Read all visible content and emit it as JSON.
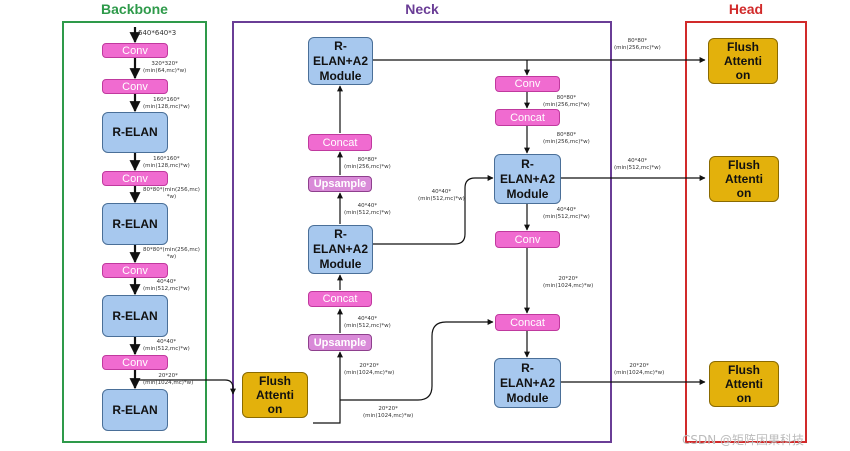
{
  "sections": {
    "backbone": "Backbone",
    "neck": "Neck",
    "head": "Head"
  },
  "colors": {
    "backbone": "#2e9a4a",
    "neck": "#6a3d96",
    "head": "#d12a2a",
    "conv": "#f06bd0",
    "upsample": "#d98ad8",
    "module": "#a7c8ee",
    "flush": "#e3b10c"
  },
  "input_label": "640*640*3",
  "blocks": {
    "conv": "Conv",
    "relan": "R-ELAN",
    "concat": "Concat",
    "upsample": "Upsample",
    "relan_a2": "R-\nELAN+A2\nModule",
    "flush": "Flush\nAttenti\non"
  },
  "dims": {
    "bb1": "320*320*\n(min(64,mc)*w)",
    "bb2": "160*160*\n(min(128,mc)*w)",
    "bb3": "160*160*\n(min(128,mc)*w)",
    "bb4": "80*80*(min(256,mc)\n*w)",
    "bb5": "80*80*(min(256,mc)\n*w)",
    "bb6": "40*40*\n(min(512,mc)*w)",
    "bb7": "40*40*\n(min(512,mc)*w)",
    "bb8": "20*20*\n(min(1024,mc)*w)",
    "n_up1": "80*80*\n(min(256,mc)*w)",
    "n_mid": "40*40*\n(min(512,mc)*w)",
    "n_concat_low": "40*40*\n(min(512,mc)*w)",
    "n_up2": "20*20*\n(min(1024,mc)*w)",
    "n_bottom": "20*20*\n(min(1024,mc)*w)",
    "n_to_conv": "40*40*\n(min(512,mc)*w)",
    "r_conv": "80*80*\n(min(256,mc)*w)",
    "r_concat": "80*80*\n(min(256,mc)*w)",
    "r_mod_down": "40*40*\n(min(512,mc)*w)",
    "r_conv2_down": "20*20*\n(min(1024,mc)*w)",
    "h_top": "80*80*\n(min(256,mc)*w)",
    "h_mid": "40*40*\n(min(512,mc)*w)",
    "h_bot": "20*20*\n(min(1024,mc)*w)"
  },
  "watermark": "CSDN @矩阵因果科技"
}
